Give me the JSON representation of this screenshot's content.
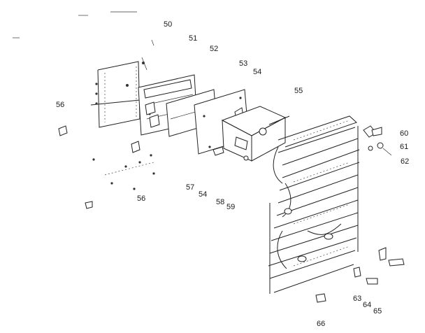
{
  "diagram": {
    "part_labels": [
      {
        "id": "p50",
        "text": "50"
      },
      {
        "id": "p51",
        "text": "51"
      },
      {
        "id": "p52",
        "text": "52"
      },
      {
        "id": "p53",
        "text": "53"
      },
      {
        "id": "p54a",
        "text": "54"
      },
      {
        "id": "p55",
        "text": "55"
      },
      {
        "id": "p56a",
        "text": "56"
      },
      {
        "id": "p56b",
        "text": "56"
      },
      {
        "id": "p57",
        "text": "57"
      },
      {
        "id": "p54b",
        "text": "54"
      },
      {
        "id": "p58",
        "text": "58"
      },
      {
        "id": "p59",
        "text": "59"
      },
      {
        "id": "p60",
        "text": "60"
      },
      {
        "id": "p61",
        "text": "61"
      },
      {
        "id": "p62",
        "text": "62"
      },
      {
        "id": "p63",
        "text": "63"
      },
      {
        "id": "p64",
        "text": "64"
      },
      {
        "id": "p65",
        "text": "65"
      },
      {
        "id": "p66",
        "text": "66"
      }
    ]
  }
}
